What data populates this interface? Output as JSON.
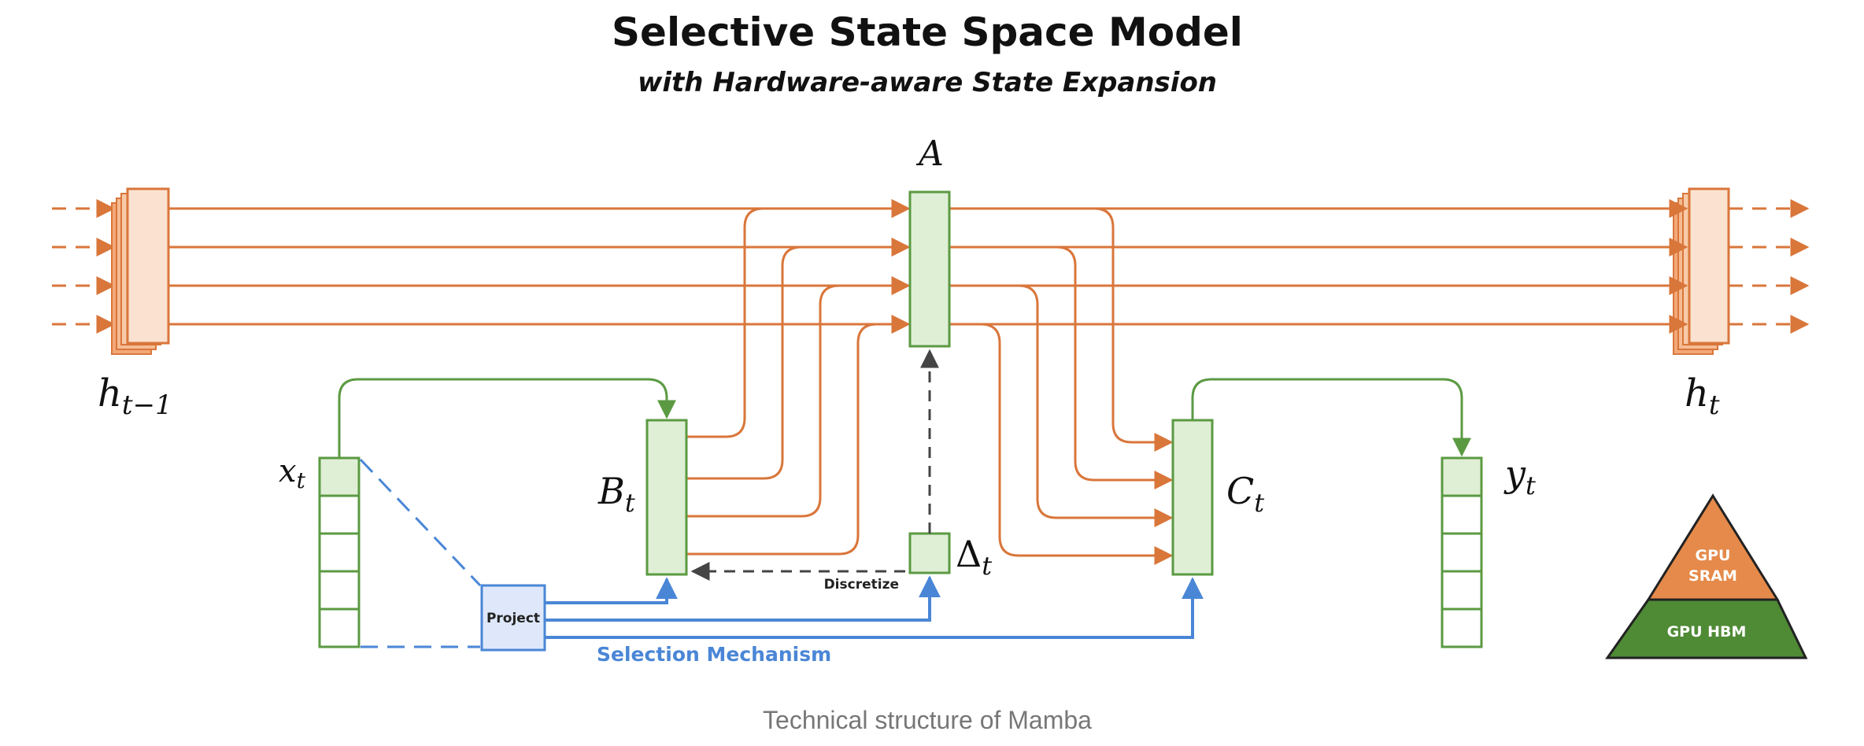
{
  "title": "Selective State Space Model",
  "subtitle": "with Hardware-aware State Expansion",
  "labels": {
    "A": "A",
    "h_prev": "h",
    "h_prev_sub": "t−1",
    "h_next": "h",
    "h_next_sub": "t",
    "x": "x",
    "x_sub": "t",
    "B": "B",
    "B_sub": "t",
    "C": "C",
    "C_sub": "t",
    "y": "y",
    "y_sub": "t",
    "delta": "Δ",
    "delta_sub": "t",
    "t": "t"
  },
  "project_label": "Project",
  "discretize_label": "Discretize",
  "selection_label": "Selection Mechanism",
  "memory": {
    "sram": [
      "GPU",
      "SRAM"
    ],
    "hbm": "GPU HBM"
  },
  "caption": "Technical structure of Mamba",
  "colors": {
    "orange": "#d9763a",
    "orange_fill": "#fbe2d0",
    "green": "#5b9a42",
    "green_fill": "#dfefd5",
    "blue": "#4a86d6",
    "blue_fill": "#dfe8fa",
    "sram": "#e58a4a",
    "hbm": "#4f8a35",
    "gray": "#555555"
  }
}
